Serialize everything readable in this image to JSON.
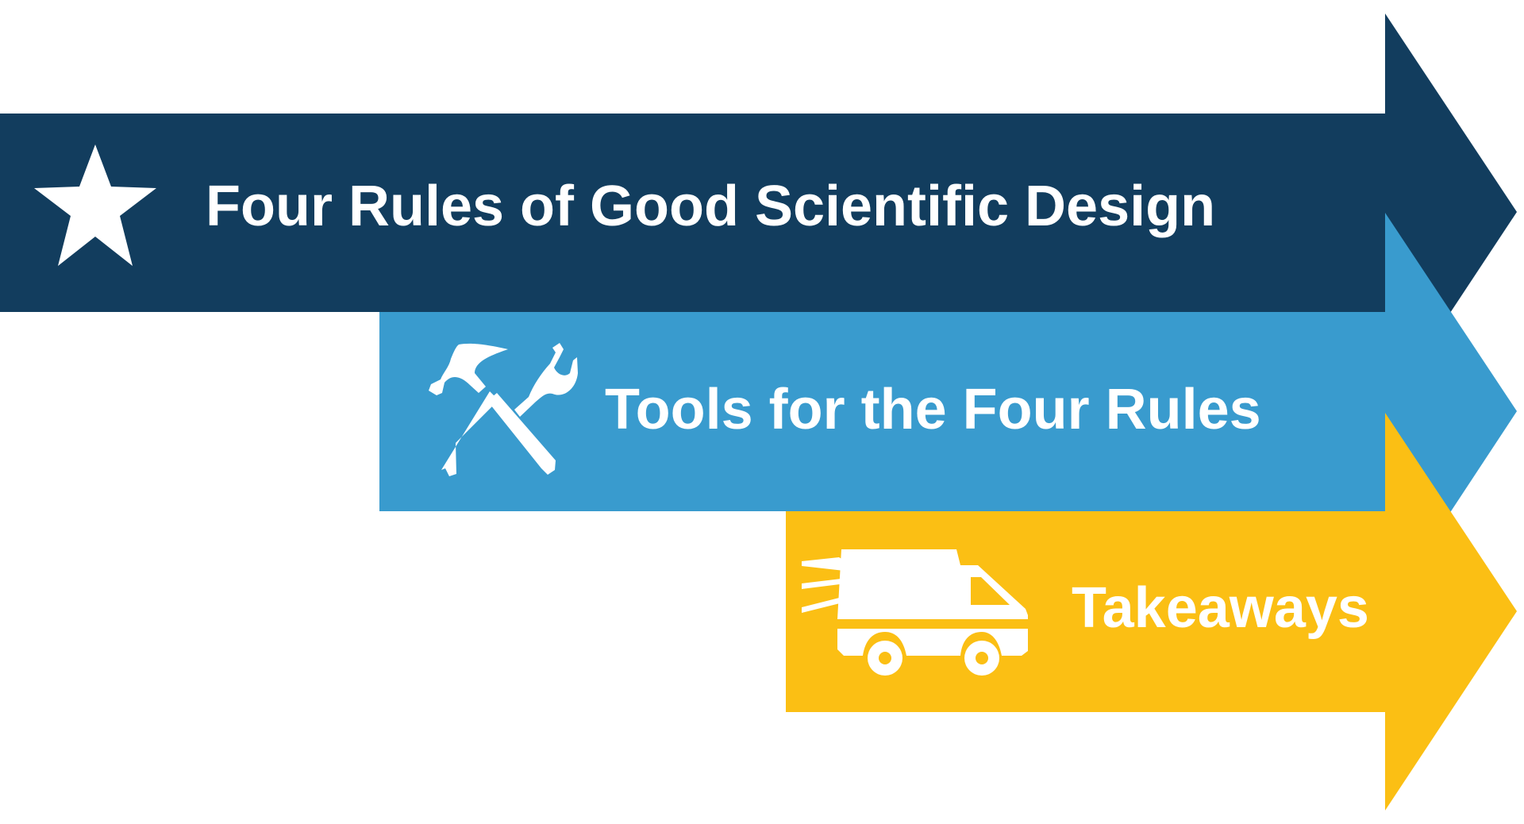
{
  "diagram": {
    "arrows": [
      {
        "label": "Four Rules of Good Scientific Design",
        "icon": "star-icon",
        "color": "#123d5e"
      },
      {
        "label": "Tools for the Four Rules",
        "icon": "hammer-wrench-icon",
        "color": "#399bce"
      },
      {
        "label": "Takeaways",
        "icon": "delivery-truck-icon",
        "color": "#fbbf14"
      }
    ]
  }
}
